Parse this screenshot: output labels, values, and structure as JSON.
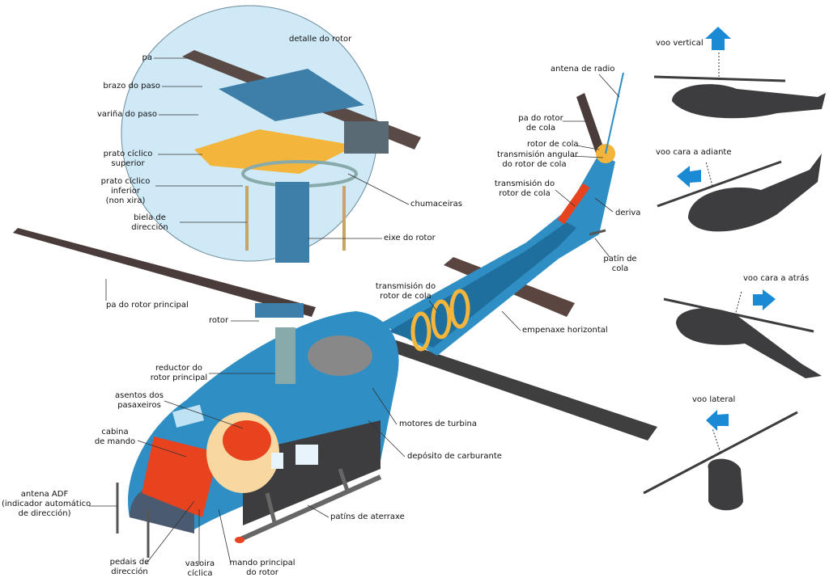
{
  "colors": {
    "blue": "#2f8fc4",
    "dark": "#3d3d3f",
    "orange": "#f3b53b",
    "red": "#e8431f",
    "detail_bg": "#cfe9f6",
    "arrow": "#1a8ad4"
  },
  "detail": {
    "title": "detalle do rotor",
    "labels": {
      "pa": "pa",
      "brazo": "brazo do paso",
      "varina": "variña do paso",
      "prato_sup": [
        "prato cíclico",
        "superior"
      ],
      "prato_inf": [
        "prato cíclico",
        "inferior",
        "(non xira)"
      ],
      "biela": [
        "biela de",
        "dirección"
      ],
      "chumaceiras": "chumaceiras",
      "eixe": "eixe do rotor"
    }
  },
  "labels": {
    "pa_rotor_principal": "pa do rotor principal",
    "rotor": "rotor",
    "reductor": [
      "reductor do",
      "rotor principal"
    ],
    "asentos": [
      "asentos dos",
      "pasaxeiros"
    ],
    "cabina": [
      "cabina",
      "de mando"
    ],
    "antena_adf": [
      "antena ADF",
      "(indicador automático",
      "de dirección)"
    ],
    "pedais": [
      "pedais de",
      "dirección"
    ],
    "vasoira": [
      "vasoira",
      "cíclica"
    ],
    "mando": [
      "mando principal",
      "do rotor"
    ],
    "patins": "patíns de aterraxe",
    "deposito": "depósito de carburante",
    "motores": "motores de turbina",
    "transmision_main": [
      "transmisión do",
      "rotor de cola"
    ],
    "empenaxe": "empenaxe horizontal",
    "antena_radio": "antena de radio",
    "pa_cola": [
      "pa do rotor",
      "de cola"
    ],
    "rotor_cola": "rotor de cola",
    "transmision_angular": [
      "transmisión angular",
      "do rotor de cola"
    ],
    "transmision_cola": [
      "transmisión do",
      "rotor de cola"
    ],
    "deriva": "deriva",
    "patin_cola": [
      "patín de",
      "cola"
    ]
  },
  "flight_modes": [
    {
      "label": "voo vertical",
      "arrow": "up"
    },
    {
      "label": "voo cara a adiante",
      "arrow": "left"
    },
    {
      "label": "voo cara a atrás",
      "arrow": "right"
    },
    {
      "label": "voo lateral",
      "arrow": "left"
    }
  ]
}
